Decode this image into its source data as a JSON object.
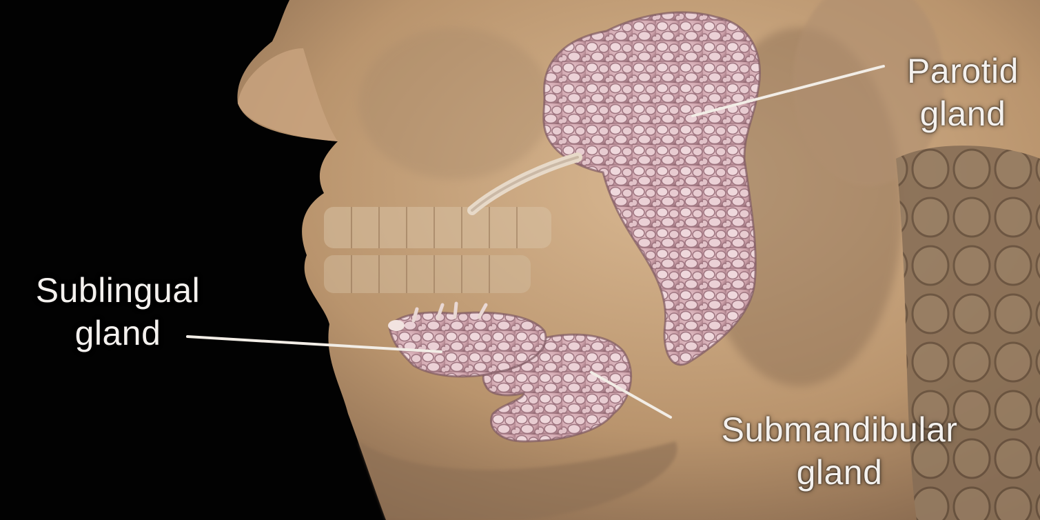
{
  "labels": {
    "parotid": {
      "line1": "Parotid",
      "line2": "gland"
    },
    "sublingual": {
      "line1": "Sublingual",
      "line2": "gland"
    },
    "submandibular": {
      "line1": "Submandibular",
      "line2": "gland"
    }
  },
  "colors": {
    "background": "#020202",
    "skin": "#c7a47e",
    "skin_shadow": "#8c6e52",
    "gland": "#d7aeb6",
    "gland_lobule": "#ecd2d6",
    "gland_shadow": "#9a6f78",
    "leader_line": "#f2ede6",
    "label_text": "#f4f1ee"
  }
}
